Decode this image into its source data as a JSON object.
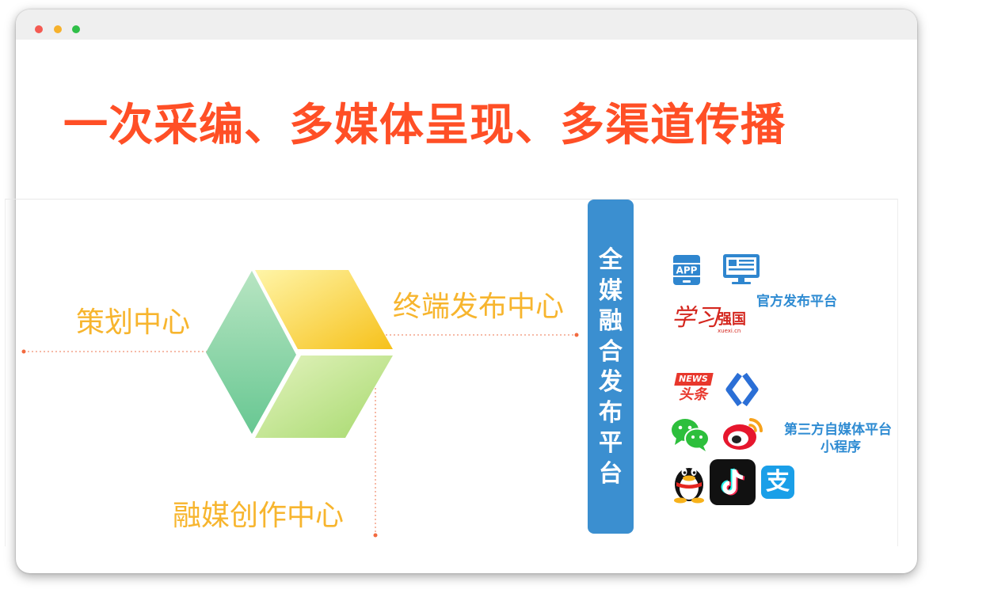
{
  "headline": "一次采编、多媒体呈现、多渠道传播",
  "diagram": {
    "planning_label": "策划中心",
    "terminal_label": "终端发布中心",
    "creation_label": "融媒创作中心"
  },
  "platform": {
    "chars": [
      "全",
      "媒",
      "融",
      "合",
      "发",
      "布",
      "平",
      "台"
    ]
  },
  "official": {
    "label": "官方发布平台",
    "app_icon_text": "APP",
    "xuexi_text": "学习强国",
    "xuexi_script": "学习",
    "xuexi_strong": "强国",
    "xuexi_url": "xuexi.cn"
  },
  "third_party": {
    "label_line1": "第三方自媒体平台",
    "label_line2": "小程序",
    "toutiao_news": "NEWS",
    "toutiao_text": "头条",
    "alipay_char": "支"
  },
  "colors": {
    "headline": "#ff4f26",
    "label": "#f7b52e",
    "bar": "#3b8fd0",
    "dotted_line": "#f4a38a"
  }
}
